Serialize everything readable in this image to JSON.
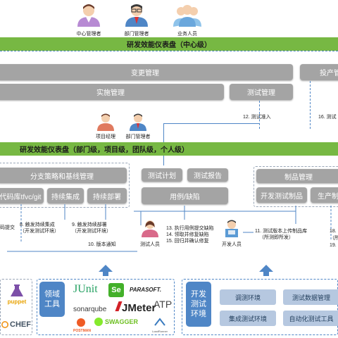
{
  "roles_top": [
    "中心管理者",
    "部门管理者",
    "业务人员"
  ],
  "center_dashboard": "研发效能仪表盘（中心级）",
  "top_boxes": {
    "change_mgmt": "变更管理",
    "invest": "投产管",
    "impl_mgmt": "实施管理",
    "test_mgmt": "测试管理"
  },
  "top_step_labels": {
    "s12": "12. 测试准入",
    "s16": "16. 测试"
  },
  "roles_mid": [
    "项目经理",
    "部门管理者"
  ],
  "dept_dashboard": "研发效能仪表盘（部门级，项目级，团队级，个人级）",
  "mid_boxes": {
    "branch_policy": "分支策略和基线管理",
    "code_repo": "代码库tfvc/git",
    "ci": "持续集成",
    "cd": "持续部署",
    "test_plan": "测试计划",
    "test_report": "测试报告",
    "case_defect": "用例/缺陷",
    "artifact_mgmt": "制品管理",
    "dev_artifact": "开发测试制品",
    "prod_artifact": "生产制"
  },
  "steps": {
    "s7_left": "码提交",
    "s8": "8. 触发持续集成\n（开发测试环境）",
    "s9": "9. 触发持续部署\n（开发测试环境）",
    "s10": "10. 版本通知",
    "s13": "13. 执行用例提交缺陷",
    "s14": "14. 领取并修复缺陷",
    "s15": "15. 回归并确认修复",
    "s11": "11. 测试版本上传制品库\n（所测即所发）",
    "s18": "18.",
    "s18b": "（所",
    "s19": "19."
  },
  "people": {
    "tester": "测试人员",
    "developer": "开发人员"
  },
  "domain_tools": {
    "label": "领域\n工具",
    "logos": {
      "junit": "JUnit",
      "selenium": "Se",
      "parasoft": "PARASOFT.",
      "sonarqube": "sonarqube",
      "jmeter": "JMeter",
      "atp": "ATP",
      "postman": "POSTMAN",
      "swagger": "SWAGGER",
      "loadrunner": "LoadRunner"
    }
  },
  "left_logos": {
    "puppet": "puppet",
    "chef": "CHEF"
  },
  "dev_test_env": {
    "label": "开发\n测试\n环境",
    "items": [
      "调测环境",
      "测试数据管理",
      "集成测试环境",
      "自动化测试工具"
    ]
  }
}
